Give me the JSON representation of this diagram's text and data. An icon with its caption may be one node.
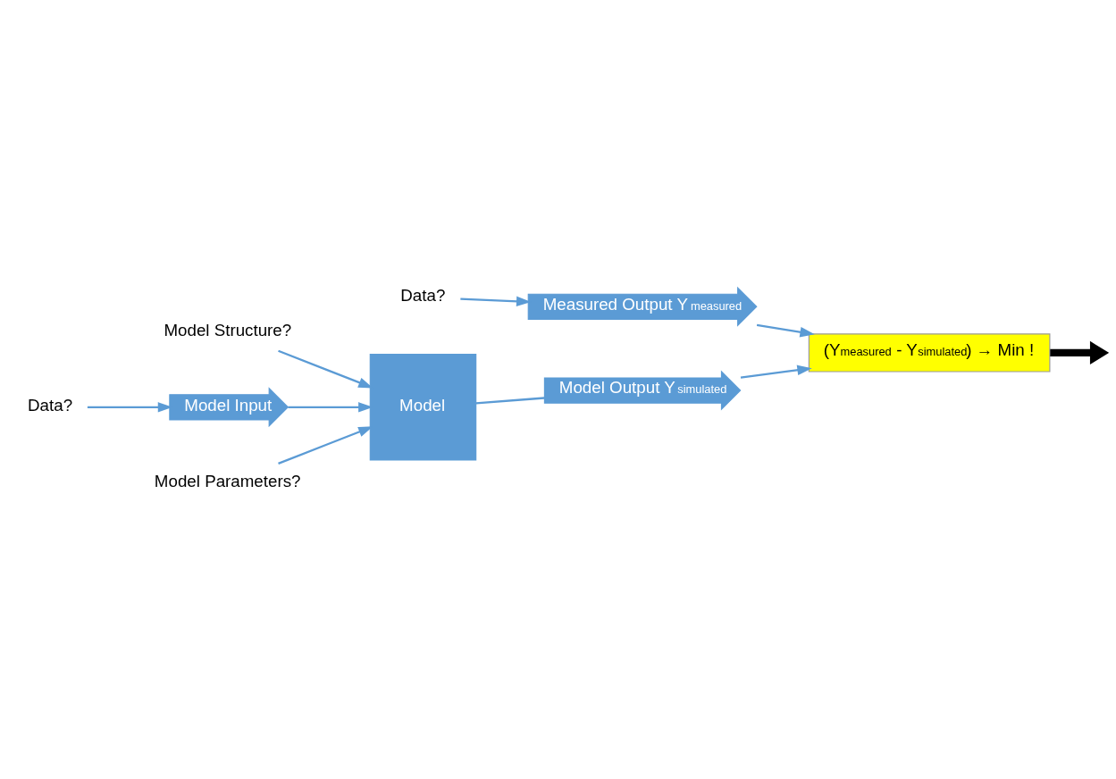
{
  "diagram": {
    "nodes": [
      {
        "text": [
          "Data?"
        ]
      },
      {
        "text": [
          "Measured Output Y$_{measured}$"
        ]
      },
      {
        "text": [
          "(Y$_{measured}$ - Y$_{simulated}$) → Min !"
        ]
      },
      {
        "text": [
          "Model Structure?"
        ]
      },
      {
        "text": [
          "Data?"
        ]
      },
      {
        "text": [
          "Model Input"
        ]
      },
      {
        "text": [
          "Model"
        ]
      },
      {
        "text": [
          "Model Output Y$_{simulated}$"
        ]
      },
      {
        "text": [
          "Model Parameters?"
        ]
      }
    ],
    "edges": [
      {
        "from": 0,
        "to": 1,
        "arrow": "to"
      },
      {
        "from": 1,
        "to": 2,
        "arrow": "to"
      },
      {
        "from": 3,
        "to": 6,
        "arrow": "to"
      },
      {
        "from": 4,
        "to": 5,
        "arrow": "to"
      },
      {
        "from": 5,
        "to": 6,
        "arrow": "to"
      },
      {
        "from": 6,
        "to": 7,
        "arrow": "none"
      },
      {
        "from": 7,
        "to": 2,
        "arrow": "to"
      },
      {
        "from": 8,
        "to": 6,
        "arrow": "to"
      },
      {
        "from": 2,
        "to": null,
        "arrow": "to",
        "style": "thick",
        "color": "#000000"
      }
    ]
  }
}
